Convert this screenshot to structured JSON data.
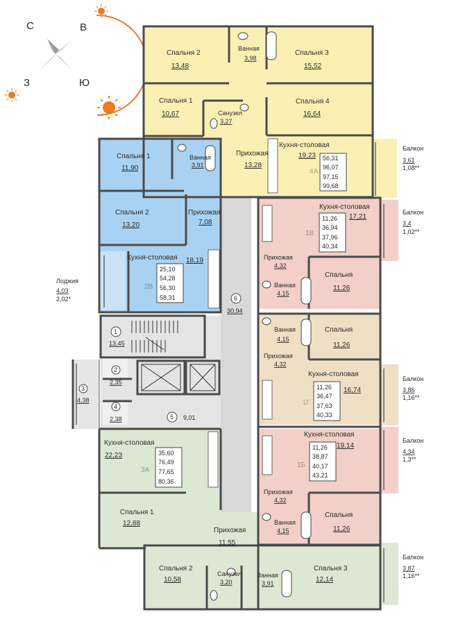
{
  "compass": {
    "n": "С",
    "e": "В",
    "w": "З",
    "s": "Ю"
  },
  "colors": {
    "yellow": "#fbf0b4",
    "blue": "#a9d2f2",
    "pink": "#f2cfc9",
    "tan": "#efdfc4",
    "green": "#dde8d4",
    "gray": "#d8d8d8",
    "sun": "#ee7a22"
  },
  "apt4a": {
    "code": "4А",
    "bedroom2": {
      "label": "Спальня 2",
      "area": "13,48"
    },
    "bath": {
      "label": "Ванная",
      "area": "3,98"
    },
    "bedroom3": {
      "label": "Спальня 3",
      "area": "15,52"
    },
    "bedroom1": {
      "label": "Спальня 1",
      "area": "10,67"
    },
    "wc": {
      "label": "Санузел",
      "area": "3,27"
    },
    "bedroom4": {
      "label": "Спальня 4",
      "area": "16,64"
    },
    "hall": {
      "label": "Прихожая",
      "area": "13,28"
    },
    "kitchen": {
      "label": "Кухня-столовая",
      "area": "19,23"
    },
    "totals": [
      "56,31",
      "96,07",
      "97,15",
      "99,68"
    ],
    "balcony": {
      "label": "Балкон",
      "area": "3,61",
      "coef": "1,08**"
    }
  },
  "apt2b": {
    "code": "2В",
    "bedroom1": {
      "label": "Спальня 1",
      "area": "11,90"
    },
    "bath": {
      "label": "Ванная",
      "area": "3,91"
    },
    "bedroom2": {
      "label": "Спальня 2",
      "area": "13,20"
    },
    "hall": {
      "label": "Прихожая",
      "area": "7,08"
    },
    "kitchen": {
      "label": "Кухня-столовая",
      "area": "18,19"
    },
    "totals": [
      "25,10",
      "54,28",
      "56,30",
      "58,31"
    ],
    "loggia": {
      "label": "Лоджия",
      "area": "4,03",
      "coef": "2,02*"
    }
  },
  "apt1v": {
    "code": "1В",
    "kitchen": {
      "label": "Кухня-столовая",
      "area": "17,21"
    },
    "totals": [
      "11,26",
      "36,94",
      "37,96",
      "40,34"
    ],
    "hall": {
      "label": "Прихожая",
      "area": "4,32"
    },
    "bath": {
      "label": "Ванная",
      "area": "4,15"
    },
    "bedroom": {
      "label": "Спальня",
      "area": "11,26"
    },
    "balcony": {
      "label": "Балкон",
      "area": "3,4",
      "coef": "1,02**"
    }
  },
  "apt1g": {
    "code": "1Г",
    "bath": {
      "label": "Ванная",
      "area": "4,15"
    },
    "bedroom": {
      "label": "Спальня",
      "area": "11,26"
    },
    "hall": {
      "label": "Прихожая",
      "area": "4,32"
    },
    "kitchen": {
      "label": "Кухня-столовая",
      "area": "16,74"
    },
    "totals": [
      "11,26",
      "36,47",
      "37,63",
      "40,33"
    ],
    "balcony": {
      "label": "Балкон",
      "area": "3,86",
      "coef": "1,16**"
    }
  },
  "apt1b": {
    "code": "1Б",
    "kitchen": {
      "label": "Кухня-столовая",
      "area": "19,14"
    },
    "totals": [
      "11,26",
      "38,87",
      "40,17",
      "43,21"
    ],
    "hall": {
      "label": "Прихожая",
      "area": "4,32"
    },
    "bath": {
      "label": "Ванная",
      "area": "4,15"
    },
    "bedroom": {
      "label": "Спальня",
      "area": "11,26"
    },
    "balcony": {
      "label": "Балкон",
      "area": "4,34",
      "coef": "1,3**"
    }
  },
  "apt3a": {
    "code": "3А",
    "kitchen": {
      "label": "Кухня-столовая",
      "area": "22,23"
    },
    "totals": [
      "35,60",
      "76,49",
      "77,65",
      "80,36"
    ],
    "bedroom1": {
      "label": "Спальня 1",
      "area": "12,88"
    },
    "hall": {
      "label": "Прихожая",
      "area": "11,55"
    },
    "bedroom2": {
      "label": "Спальня 2",
      "area": "10,58"
    },
    "wc": {
      "label": "Санузел",
      "area": "3,20"
    },
    "bath": {
      "label": "Ванная",
      "area": "3,91"
    },
    "bedroom3": {
      "label": "Спальня 3",
      "area": "12,14"
    },
    "balcony": {
      "label": "Балкон",
      "area": "3,87",
      "coef": "1,16**"
    }
  },
  "common": {
    "c1": {
      "num": "1",
      "area": "13,45"
    },
    "c2": {
      "num": "2",
      "area": "2,35"
    },
    "c3": {
      "num": "3",
      "area": "4,38"
    },
    "c4": {
      "num": "4",
      "area": "2,38"
    },
    "c5": {
      "num": "5",
      "area": "9,01"
    },
    "c6": {
      "num": "6",
      "area": "30,94"
    }
  }
}
